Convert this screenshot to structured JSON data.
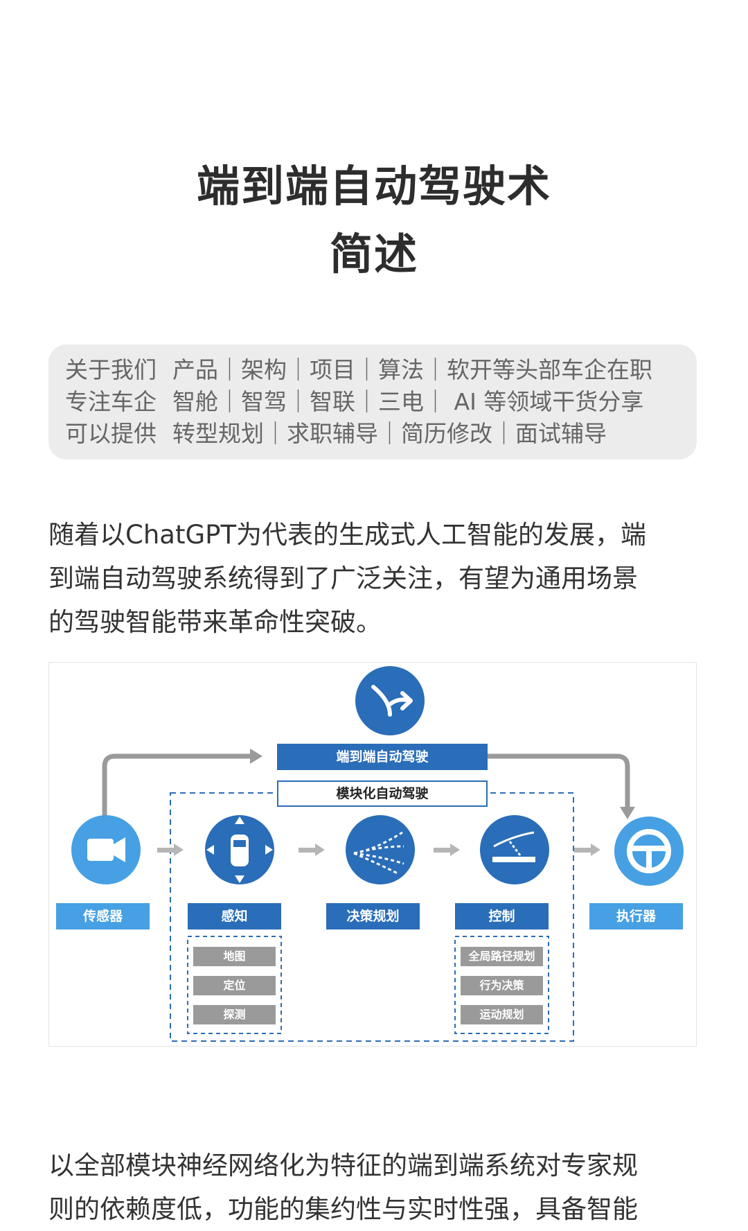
{
  "header": {
    "title_line1": "端到端自动驾驶术",
    "title_line2": "简述"
  },
  "info": {
    "rows": [
      {
        "label": "关于我们",
        "items": "产品｜架构｜项目｜算法｜软开等头部车企在职"
      },
      {
        "label": "专注车企",
        "items": "智舱｜智驾｜智联｜三电｜ AI 等领域干货分享"
      },
      {
        "label": "可以提供",
        "items": "转型规划｜求职辅导｜简历修改｜面试辅导"
      }
    ]
  },
  "intro": {
    "lines": [
      "随着以ChatGPT为代表的生成式人工智能的发展，端",
      "到端自动驾驶系统得到了广泛关注，有望为通用场景",
      "的驾驶智能带来革命性突破。"
    ]
  },
  "diagram": {
    "end_to_end_label": "端到端自动驾驶",
    "modular_label": "模块化自动驾驶",
    "stages": [
      "传感器",
      "感知",
      "决策规划",
      "控制",
      "执行器"
    ],
    "perception_sub": [
      "地图",
      "定位",
      "探测"
    ],
    "control_sub": [
      "全局路径规划",
      "行为决策",
      "运动规划"
    ],
    "colors": {
      "dark_blue": "#2a6db8",
      "light_blue": "#46a0e3",
      "gray": "#9a9a9a"
    }
  },
  "second": {
    "lines": [
      "以全部模块神经网络化为特征的端到端系统对专家规",
      "则的依赖度低，功能的集约性与实时性强，具备智能"
    ]
  }
}
